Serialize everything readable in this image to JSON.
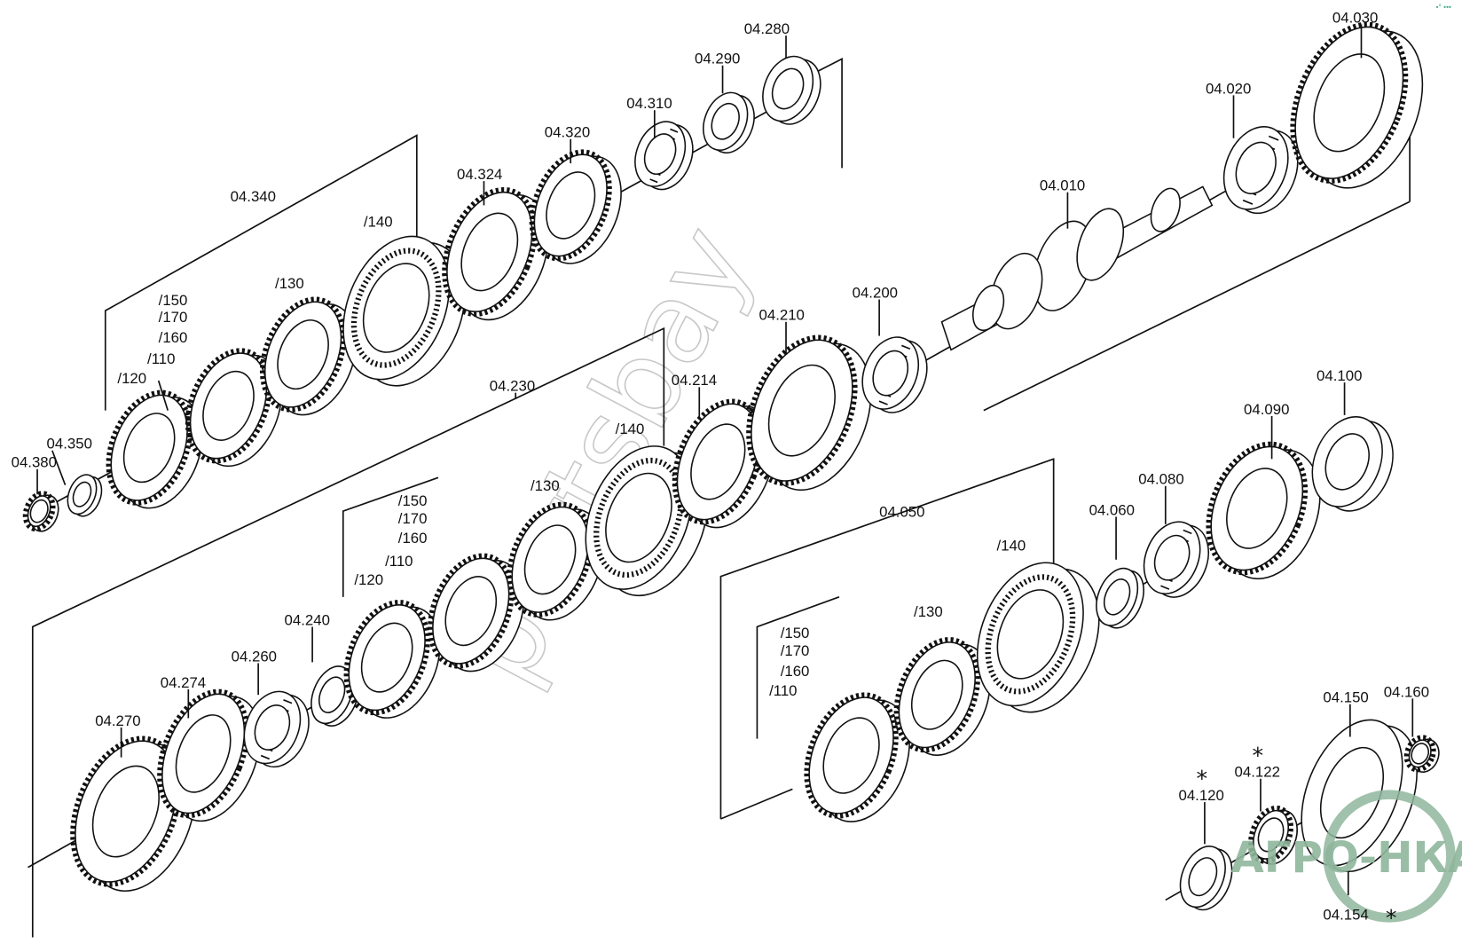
{
  "diagram": {
    "title": "Gearbox shafts exploded view",
    "watermark": "partsbay",
    "logo": {
      "text": "АГРО-НКА",
      "color": "#8fb69c"
    },
    "corner_mark": "•° •••",
    "asterisk": "*",
    "labels": {
      "p04_280": "04.280",
      "p04_290": "04.290",
      "p04_310": "04.310",
      "p04_320": "04.320",
      "p04_324": "04.324",
      "p04_340": "04.340",
      "p04_350": "04.350",
      "p04_380": "04.380",
      "g1_140": "/140",
      "g1_130": "/130",
      "g1_150": "/150",
      "g1_170": "/170",
      "g1_160": "/160",
      "g1_110": "/110",
      "g1_120": "/120",
      "p04_030": "04.030",
      "p04_020": "04.020",
      "p04_010": "04.010",
      "p04_200": "04.200",
      "p04_210": "04.210",
      "p04_214": "04.214",
      "p04_230": "04.230",
      "g2_140": "/140",
      "g2_130": "/130",
      "g2_150": "/150",
      "g2_170": "/170",
      "g2_160": "/160",
      "g2_110": "/110",
      "g2_120": "/120",
      "p04_240": "04.240",
      "p04_260": "04.260",
      "p04_274": "04.274",
      "p04_270": "04.270",
      "p04_100": "04.100",
      "p04_090": "04.090",
      "p04_080": "04.080",
      "p04_060": "04.060",
      "p04_050": "04.050",
      "g3_140": "/140",
      "g3_130": "/130",
      "g3_150": "/150",
      "g3_170": "/170",
      "g3_160": "/160",
      "g3_110": "/110",
      "p04_150": "04.150",
      "p04_160": "04.160",
      "p04_122": "04.122",
      "p04_120": "04.120",
      "p04_154": "04.154"
    }
  }
}
